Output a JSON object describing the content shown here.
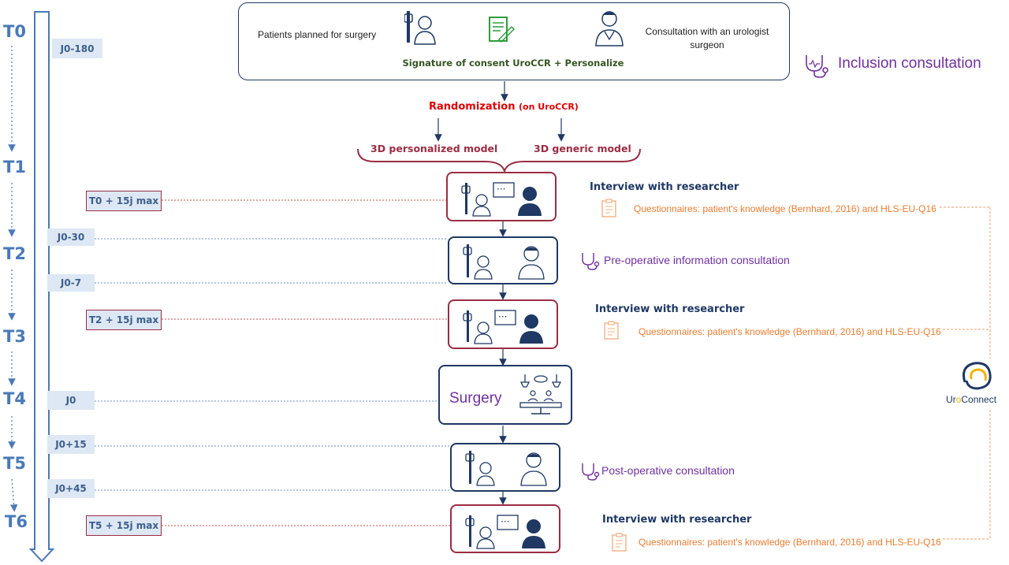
{
  "timeline": {
    "t_labels": [
      "T0",
      "T1",
      "T2",
      "T3",
      "T4",
      "T5",
      "T6"
    ],
    "day_tags": [
      "J0-180",
      "J0-30",
      "J0-7",
      "J0",
      "J0+15",
      "J0+45"
    ],
    "range_tags": [
      "T0 + 15j max",
      "T2 + 15j max",
      "T5 + 15j max"
    ]
  },
  "inclusion": {
    "patients_text": "Patients planned for surgery",
    "consultation_text_line1": "Consultation with an urologist",
    "consultation_text_line2": "surgeon",
    "signature_text": "Signature of consent UroCCR + Personalize",
    "title": "Inclusion consultation"
  },
  "randomization": {
    "label": "Randomization",
    "sub": "(on UroCCR)",
    "arm_personalized": "3D personalized model",
    "arm_generic": "3D generic model"
  },
  "steps": {
    "interview_label": "Interview with researcher",
    "questionnaire_label": "Questionnaires: patient's knowledge (Bernhard, 2016) and HLS-EU-Q16",
    "preop_label": "Pre-operative information consultation",
    "surgery_label": "Surgery",
    "postop_label": "Post-operative consultation"
  },
  "brand": {
    "name_part1": "Ur",
    "name_part2": "o",
    "name_part3": "Connect"
  },
  "colors": {
    "timeline_blue": "#4a79b8",
    "tag_bg": "#dde8f4",
    "box_red": "#9b2d44",
    "box_navy": "#1f3864",
    "purple": "#7030a0",
    "orange": "#ed7d31",
    "green": "#375623",
    "randomization_red": "#e00000"
  }
}
